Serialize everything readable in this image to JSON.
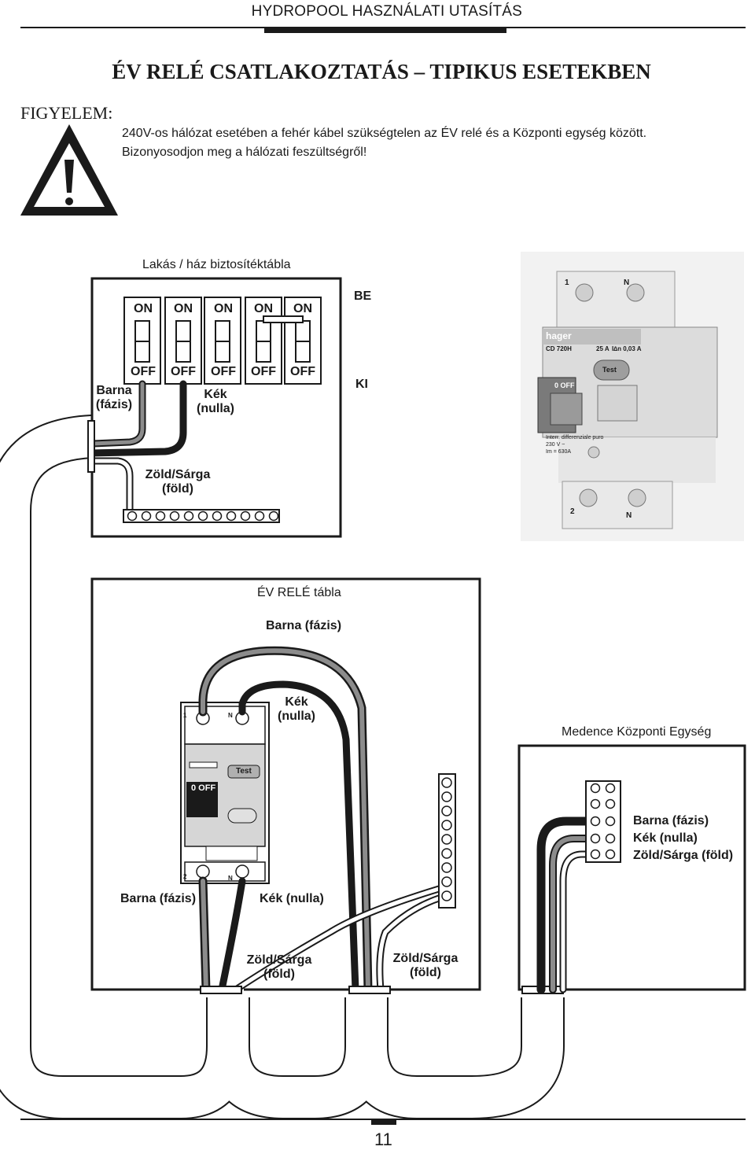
{
  "header": {
    "title": "HYDROPOOL HASZNÁLATI UTASÍTÁS"
  },
  "main_title": "ÉV RELÉ CSATLAKOZTATÁS – TIPIKUS ESETEKBEN",
  "warning": {
    "label": "FIGYELEM:",
    "line1": "240V-os hálózat esetében a fehér kábel szükségtelen az ÉV relé és a Központi egység között.",
    "line2": "Bizonyosodjon meg a hálózati feszültségről!",
    "icon": "warning-triangle-icon"
  },
  "fuse_panel": {
    "title": "Lakás / ház biztosítéktábla",
    "on_labels": [
      "ON",
      "ON",
      "ON",
      "ON",
      "ON"
    ],
    "off_labels": [
      "OFF",
      "OFF",
      "OFF",
      "OFF",
      "OFF"
    ],
    "be": "BE",
    "ki": "KI",
    "brown_1": "Barna",
    "brown_2": "(fázis)",
    "blue_1": "Kék",
    "blue_2": "(nulla)",
    "earth_1": "Zöld/Sárga",
    "earth_2": "(föld)"
  },
  "photo": {
    "brand": "hager",
    "model": "CD 720H",
    "rating": "25 A",
    "sensitivity": "I∆n 0,03 A",
    "test": "Test",
    "off": "0 OFF",
    "t1": "1",
    "tN": "N",
    "t2": "2",
    "tN2": "N",
    "desc1": "Interr. differenziale puro",
    "desc2": "230 V ~",
    "desc3": "Im = 630A"
  },
  "relay_panel": {
    "title": "ÉV RELÉ tábla",
    "brown_top": "Barna (fázis)",
    "blue_top_1": "Kék",
    "blue_top_2": "(nulla)",
    "brown_bottom": "Barna (fázis)",
    "blue_bottom": "Kék (nulla)",
    "earth_a_1": "Zöld/Sárga",
    "earth_a_2": "(föld)",
    "earth_b_1": "Zöld/Sárga",
    "earth_b_2": "(föld)",
    "rcd_test": "Test",
    "rcd_off": "0 OFF",
    "rcd_1": "1",
    "rcd_N": "N",
    "rcd_2": "2",
    "rcd_N2": "N"
  },
  "central_unit": {
    "title": "Medence Központi Egység",
    "brown": "Barna (fázis)",
    "blue": "Kék (nulla)",
    "earth": "Zöld/Sárga (föld)"
  },
  "footer": {
    "page": "11"
  }
}
